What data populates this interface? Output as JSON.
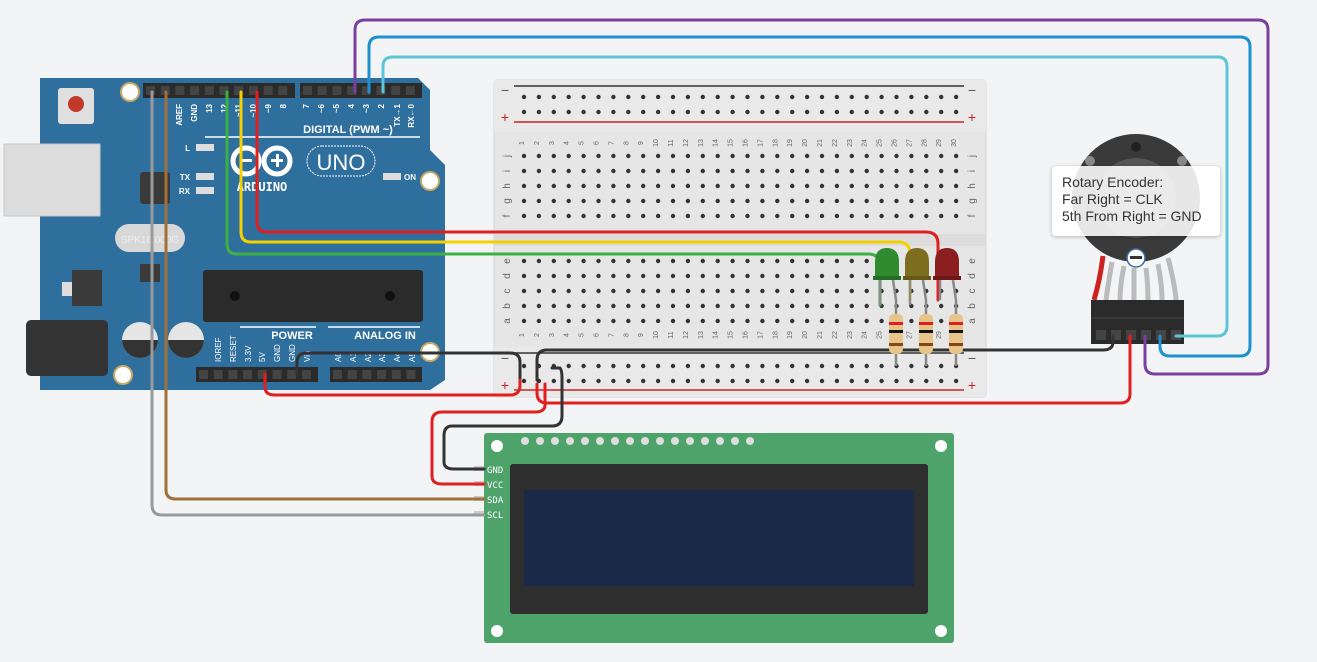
{
  "arduino": {
    "name": "Arduino UNO",
    "logo_text": "ARDUINO",
    "model_text": "UNO",
    "digital_header_label": "DIGITAL (PWM ~)",
    "power_label": "POWER",
    "analog_label": "ANALOG IN",
    "crystal_text": "SPK16.000G",
    "led_labels": [
      "L",
      "TX",
      "RX",
      "ON"
    ],
    "top_pins": [
      "AREF",
      "GND",
      "13",
      "12",
      "~11",
      "~10",
      "~9",
      "8",
      "7",
      "~6",
      "~5",
      "4",
      "~3",
      "2",
      "TX→1",
      "RX←0"
    ],
    "power_pins": [
      "IOREF",
      "RESET",
      "3.3V",
      "5V",
      "GND",
      "GND",
      "Vin"
    ],
    "analog_pins": [
      "A0",
      "A1",
      "A2",
      "A3",
      "A4",
      "A5"
    ]
  },
  "breadboard": {
    "rail_minus": "−",
    "rail_plus": "+",
    "columns": [
      "1",
      "2",
      "3",
      "4",
      "5",
      "6",
      "7",
      "8",
      "9",
      "10",
      "11",
      "12",
      "13",
      "14",
      "15",
      "16",
      "17",
      "18",
      "19",
      "20",
      "21",
      "22",
      "23",
      "24",
      "25",
      "26",
      "27",
      "28",
      "29",
      "30"
    ],
    "rows_top": [
      "j",
      "i",
      "h",
      "g",
      "f"
    ],
    "rows_bottom": [
      "e",
      "d",
      "c",
      "b",
      "a"
    ]
  },
  "leds": [
    {
      "name": "green-led",
      "color": "#2e8b2e"
    },
    {
      "name": "yellow-led",
      "color": "#7d6d1f"
    },
    {
      "name": "red-led",
      "color": "#8b1f1f"
    }
  ],
  "lcd": {
    "name": "LCD 16x2 I2C",
    "pins": [
      "GND",
      "VCC",
      "SDA",
      "SCL"
    ],
    "screen_color": "#1c2a4a",
    "board_color": "#4ea36a"
  },
  "tooltip": {
    "lines": [
      "Rotary Encoder:",
      "Far Right = CLK",
      "5th From Right = GND"
    ]
  },
  "wire_colors": {
    "purple": "#7b3f9e",
    "blue": "#1e90d0",
    "light_blue": "#5ec4d8",
    "red": "#e02020",
    "black": "#333333",
    "green": "#3cb043",
    "yellow": "#f5d000",
    "brown": "#a0703a",
    "gray": "#9a9a9a"
  }
}
